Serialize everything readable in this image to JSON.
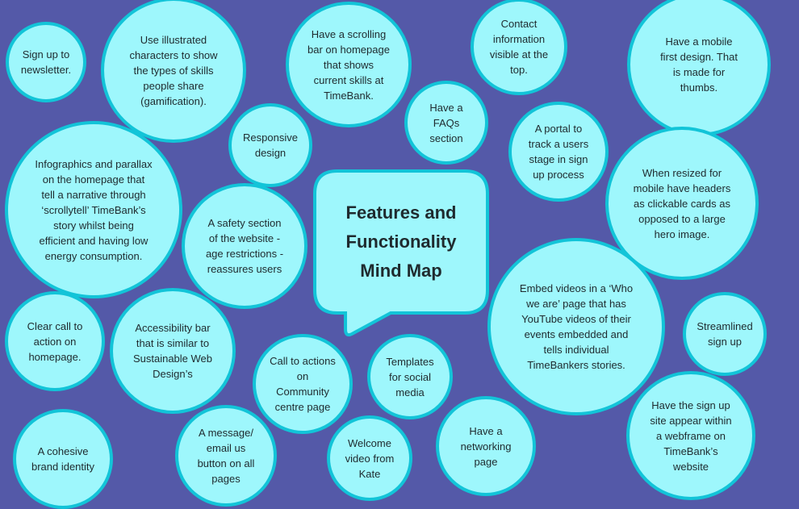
{
  "title": "Features and\nFunctionality\nMind Map",
  "colors": {
    "background": "#5459a8",
    "bubble_fill": "#9ef7fc",
    "bubble_border": "#12c4d8",
    "text": "#1f2a2e"
  },
  "ideas": [
    "Sign up to\nnewsletter.",
    "Use illustrated\ncharacters to show\nthe types of skills\npeople share\n(gamification).",
    "Have a scrolling\nbar on homepage\nthat shows\ncurrent skills at\nTimeBank.",
    "Contact\ninformation\nvisible at the\ntop.",
    "Have a mobile\nfirst design. That\nis made for\nthumbs.",
    "Responsive\ndesign",
    "Have a\nFAQs\nsection",
    "A portal to\ntrack a users\nstage in sign\nup process",
    "Infographics and parallax\non the homepage that\ntell a narrative through\n‘scrollytell’ TimeBank’s\nstory whilst being\nefficient and having low\nenergy consumption.",
    "A safety section\nof the website -\nage restrictions -\nreassures users",
    "When resized for\nmobile have headers\nas clickable cards as\nopposed to a large\nhero image.",
    "Embed videos in a ‘Who\nwe are’ page that has\nYouTube videos of their\nevents embedded and\ntells individual\nTimeBankers stories.",
    "Streamlined\nsign up",
    "Clear call to\naction on\nhomepage.",
    "Accessibility bar\nthat is similar to\nSustainable Web\nDesign’s",
    "Call to actions\non\nCommunity\ncentre page",
    "Templates\nfor social\nmedia",
    "A cohesive\nbrand identity",
    "A message/\nemail us\nbutton on all\npages",
    "Welcome\nvideo from\nKate",
    "Have a\nnetworking\npage",
    "Have the sign up\nsite appear within\na webframe on\nTimeBank’s\nwebsite"
  ]
}
